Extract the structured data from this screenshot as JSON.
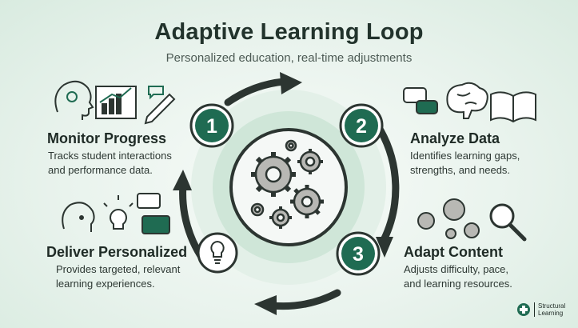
{
  "header": {
    "title": "Adaptive Learning Loop",
    "subtitle": "Personalized education, real-time adjustments"
  },
  "stages": [
    {
      "number": "1",
      "title": "Monitor Progress",
      "description": "Tracks student interactions\nand performance data."
    },
    {
      "number": "2",
      "title": "Analyze Data",
      "description": "Identifies learning gaps,\nstrengths, and needs."
    },
    {
      "number": "3",
      "title": "Adapt Content",
      "description": "Adjusts difficulty, pace,\nand learning resources."
    },
    {
      "number": "",
      "title": "Deliver Personalized",
      "description": "Provides targeted, relevant\nlearning experiences."
    }
  ],
  "brand": {
    "name": "Structural\nLearning"
  },
  "colors": {
    "accent": "#1f6b52",
    "dark": "#2c3531",
    "background": "#e6f1ea",
    "light_green": "#cfe6d8"
  },
  "icons": [
    "head-gear-icon",
    "chart-icon",
    "pencil-icon",
    "chat-icon",
    "brain-icon",
    "book-icon",
    "gears-icon",
    "magnifier-icon",
    "person-idea-icon",
    "lightbulb-icon"
  ]
}
